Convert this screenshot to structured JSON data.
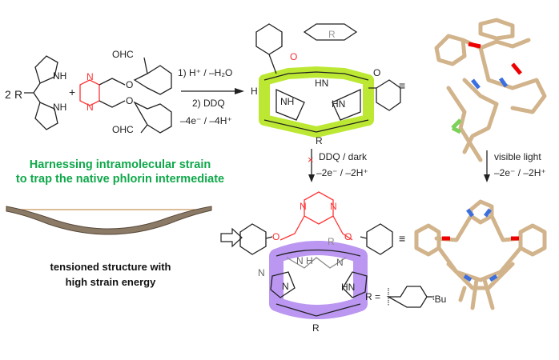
{
  "reactants": {
    "coefficient": "2",
    "r_label": "R",
    "nh_top": "NH",
    "nh_bottom": "NH",
    "plus": "+",
    "pyrazine_n_top": "N",
    "pyrazine_n_bottom": "N",
    "ohc_top": "OHC",
    "ohc_bottom": "OHC",
    "o_top": "O",
    "o_bottom": "O"
  },
  "step1": {
    "line1": "1) H⁺ / –H₂O",
    "line2": "2) DDQ",
    "line3": "–4e⁻ / –4H⁺"
  },
  "phlorin": {
    "h_label": "H",
    "nh1": "NH",
    "nh2": "HN",
    "nh3": "HN",
    "r_bottom": "R",
    "r_top": "R",
    "o_left": "O",
    "o_right": "O",
    "equiv": "≡"
  },
  "headline": {
    "line1": "Harnessing intramolecular strain",
    "line2": "to trap the native phlorin intermediate"
  },
  "ddq_step": {
    "line1": "DDQ / dark",
    "line2": "–2e⁻ / –2H⁺",
    "blocked_mark": "×"
  },
  "light_step": {
    "line1": "visible light",
    "line2": "–2e⁻ / –2H⁺"
  },
  "bow_caption": {
    "line1": "tensioned structure with",
    "line2": "high strain energy"
  },
  "porphyrin": {
    "n1": "N",
    "n2": "N",
    "n3": "N",
    "nh": "HN",
    "nh_top": "N H",
    "r_top": "R",
    "r_bottom": "R",
    "o_left": "O",
    "o_right": "O",
    "pyr_n1": "N",
    "pyr_n2": "N",
    "equiv": "≡"
  },
  "r_definition": {
    "label": "R =",
    "tbu": "ᵗBu"
  },
  "colors": {
    "green_highlight": "#b5e61d",
    "purple_highlight": "#b48cf0",
    "headline": "#0fa84a",
    "pyrazine": "#ff3333",
    "stick": "#d2b48c"
  }
}
